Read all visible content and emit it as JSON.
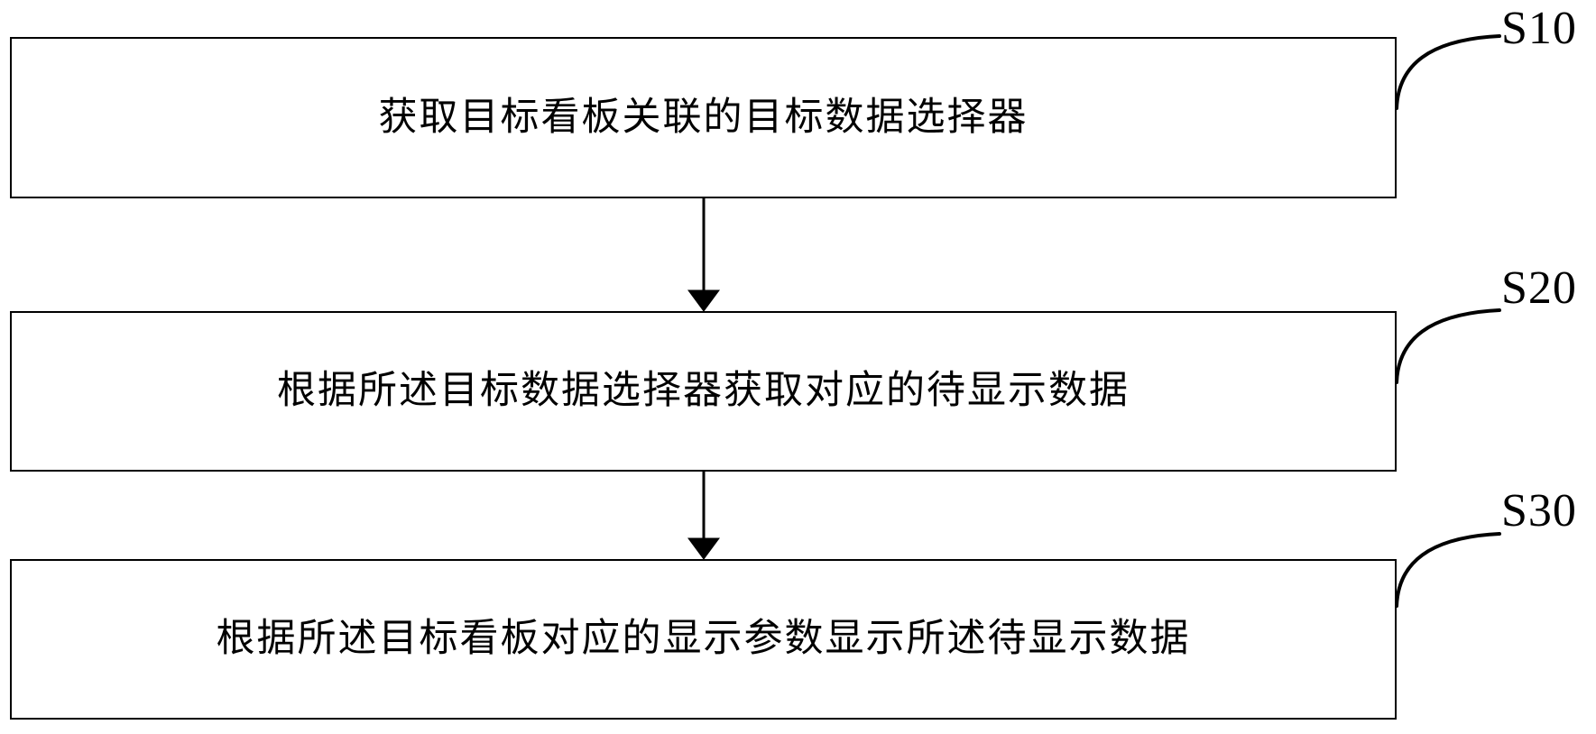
{
  "diagram": {
    "title": "",
    "background_color": "#ffffff",
    "line_color": "#000000",
    "steps": [
      {
        "id": "S10",
        "label": "S10",
        "text": "获取目标看板关联的目标数据选择器"
      },
      {
        "id": "S20",
        "label": "S20",
        "text": "根据所述目标数据选择器获取对应的待显示数据"
      },
      {
        "id": "S30",
        "label": "S30",
        "text": "根据所述目标看板对应的显示参数显示所述待显示数据"
      }
    ],
    "connectors": [
      {
        "from": "S10",
        "to": "S20",
        "arrow": "down-arrowhead"
      },
      {
        "from": "S20",
        "to": "S30",
        "arrow": "down-arrowhead"
      }
    ]
  }
}
